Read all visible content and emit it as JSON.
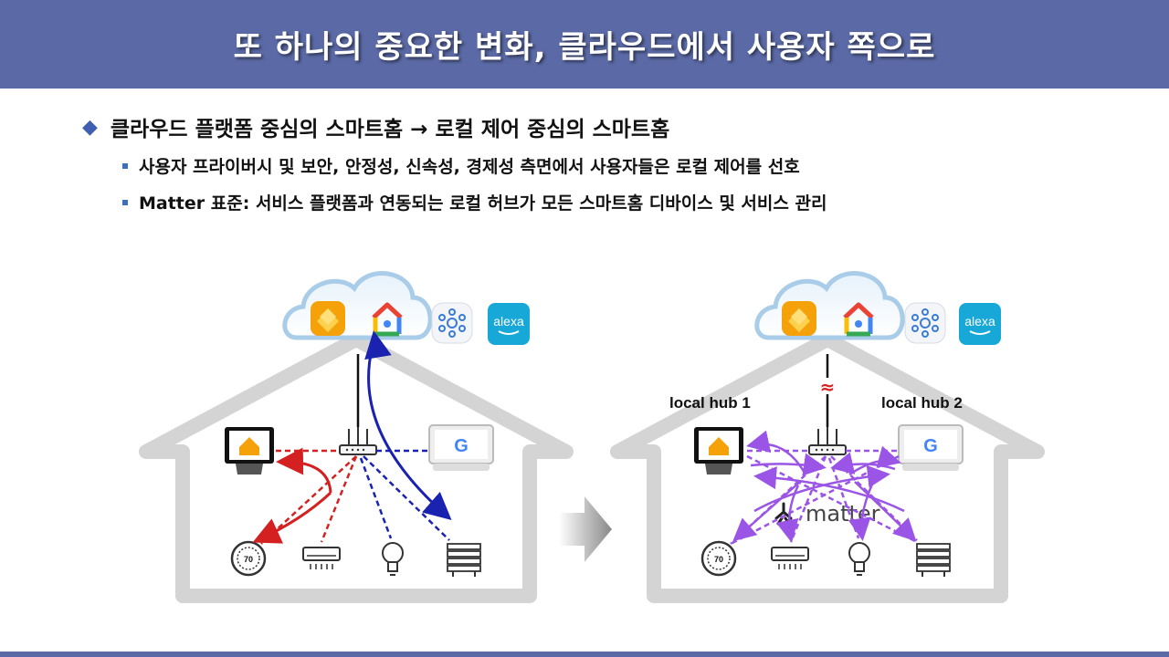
{
  "title": "또 하나의 중요한 변화, 클라우드에서 사용자 쪽으로",
  "main_bullet": "클라우드 플랫폼 중심의 스마트홈 → 로컬 제어 중심의 스마트홈",
  "sub_bullets": [
    "사용자 프라이버시 및 보안, 안정성, 신속성, 경제성 측면에서 사용자들은 로컬 제어를 선호",
    "Matter 표준: 서비스 플랫폼과 연동되는 로컬 허브가 모든 스마트홈 디바이스 및 서비스 관리"
  ],
  "diagram": {
    "left": {
      "cloud_services": [
        "apple-home-icon",
        "google-home-icon",
        "smartthings-icon",
        "alexa-icon"
      ],
      "alexa_label": "alexa",
      "thermostat_label": "70"
    },
    "right": {
      "hub1_label": "local hub 1",
      "hub2_label": "local hub 2",
      "matter_label": "matter",
      "disconnect_symbol": "≈",
      "alexa_label": "alexa",
      "thermostat_label": "70"
    },
    "colors": {
      "header": "#5b6aa6",
      "red_link": "#d42020",
      "blue_link": "#1a22b0",
      "purple_link": "#9b55e6",
      "house_outline": "#d4d4d4"
    }
  }
}
